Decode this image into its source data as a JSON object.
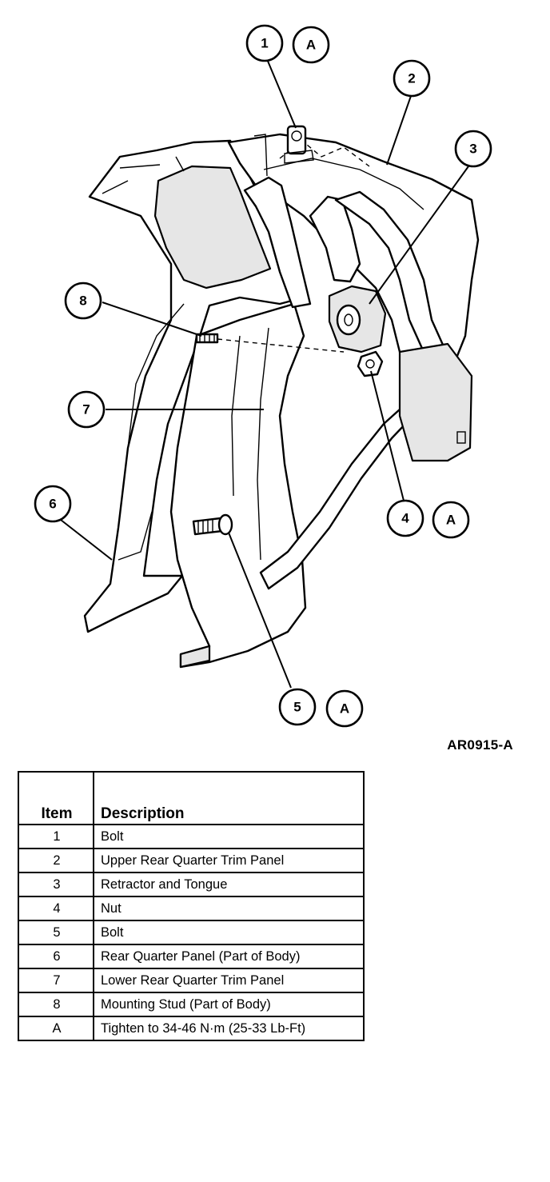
{
  "diagram": {
    "callouts": [
      {
        "id": "c1",
        "label": "1"
      },
      {
        "id": "c1a",
        "label": "A"
      },
      {
        "id": "c2",
        "label": "2"
      },
      {
        "id": "c3",
        "label": "3"
      },
      {
        "id": "c8",
        "label": "8"
      },
      {
        "id": "c7",
        "label": "7"
      },
      {
        "id": "c6",
        "label": "6"
      },
      {
        "id": "c4",
        "label": "4"
      },
      {
        "id": "c4a",
        "label": "A"
      },
      {
        "id": "c5",
        "label": "5"
      },
      {
        "id": "c5a",
        "label": "A"
      }
    ],
    "figure_code": "AR0915-A"
  },
  "table": {
    "headers": {
      "item": "Item",
      "description": "Description"
    },
    "rows": [
      {
        "item": "1",
        "description": "Bolt"
      },
      {
        "item": "2",
        "description": "Upper Rear Quarter Trim Panel"
      },
      {
        "item": "3",
        "description": "Retractor and Tongue"
      },
      {
        "item": "4",
        "description": "Nut"
      },
      {
        "item": "5",
        "description": "Bolt"
      },
      {
        "item": "6",
        "description": "Rear Quarter Panel (Part of Body)"
      },
      {
        "item": "7",
        "description": "Lower Rear Quarter Trim Panel"
      },
      {
        "item": "8",
        "description": "Mounting Stud (Part of Body)"
      },
      {
        "item": "A",
        "description": "Tighten to 34-46 N·m (25-33 Lb-Ft)"
      }
    ]
  }
}
